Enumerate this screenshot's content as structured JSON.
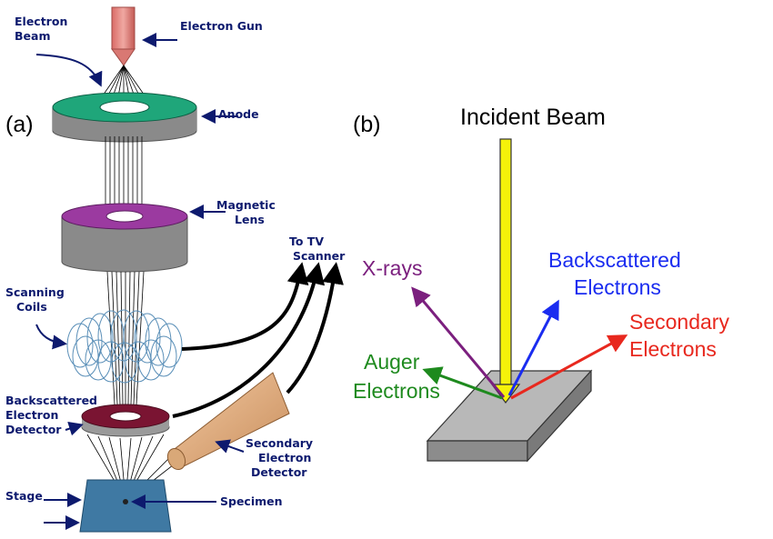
{
  "panels": {
    "a": "(a)",
    "b": "(b)"
  },
  "left": {
    "electron_beam": [
      "Electron",
      "Beam"
    ],
    "electron_gun": "Electron Gun",
    "anode": "Anode",
    "magnetic_lens": [
      "Magnetic",
      "Lens"
    ],
    "to_tv_scanner": [
      "To TV",
      "Scanner"
    ],
    "scanning_coils": [
      "Scanning",
      "Coils"
    ],
    "backscattered_detector": [
      "Backscattered",
      "Electron",
      "Detector"
    ],
    "secondary_detector": [
      "Secondary",
      "Electron",
      "Detector"
    ],
    "stage": "Stage",
    "specimen": "Specimen"
  },
  "right": {
    "incident_beam": "Incident Beam",
    "xrays": "X-rays",
    "backscattered": [
      "Backscattered",
      "Electrons"
    ],
    "secondary": [
      "Secondary",
      "Electrons"
    ],
    "auger": [
      "Auger",
      "Electrons"
    ]
  },
  "colors": {
    "label_blue": "#0d1a6e",
    "xrays": "#7b1f7e",
    "backscattered": "#1a2cf0",
    "secondary": "#e8281e",
    "auger": "#1e8a1e",
    "beam": "#f5f20a",
    "anode_ring": "#1fa67a",
    "lens_ring": "#9b3aa0",
    "detector_ring": "#7a1432",
    "stage": "#3f79a3"
  }
}
